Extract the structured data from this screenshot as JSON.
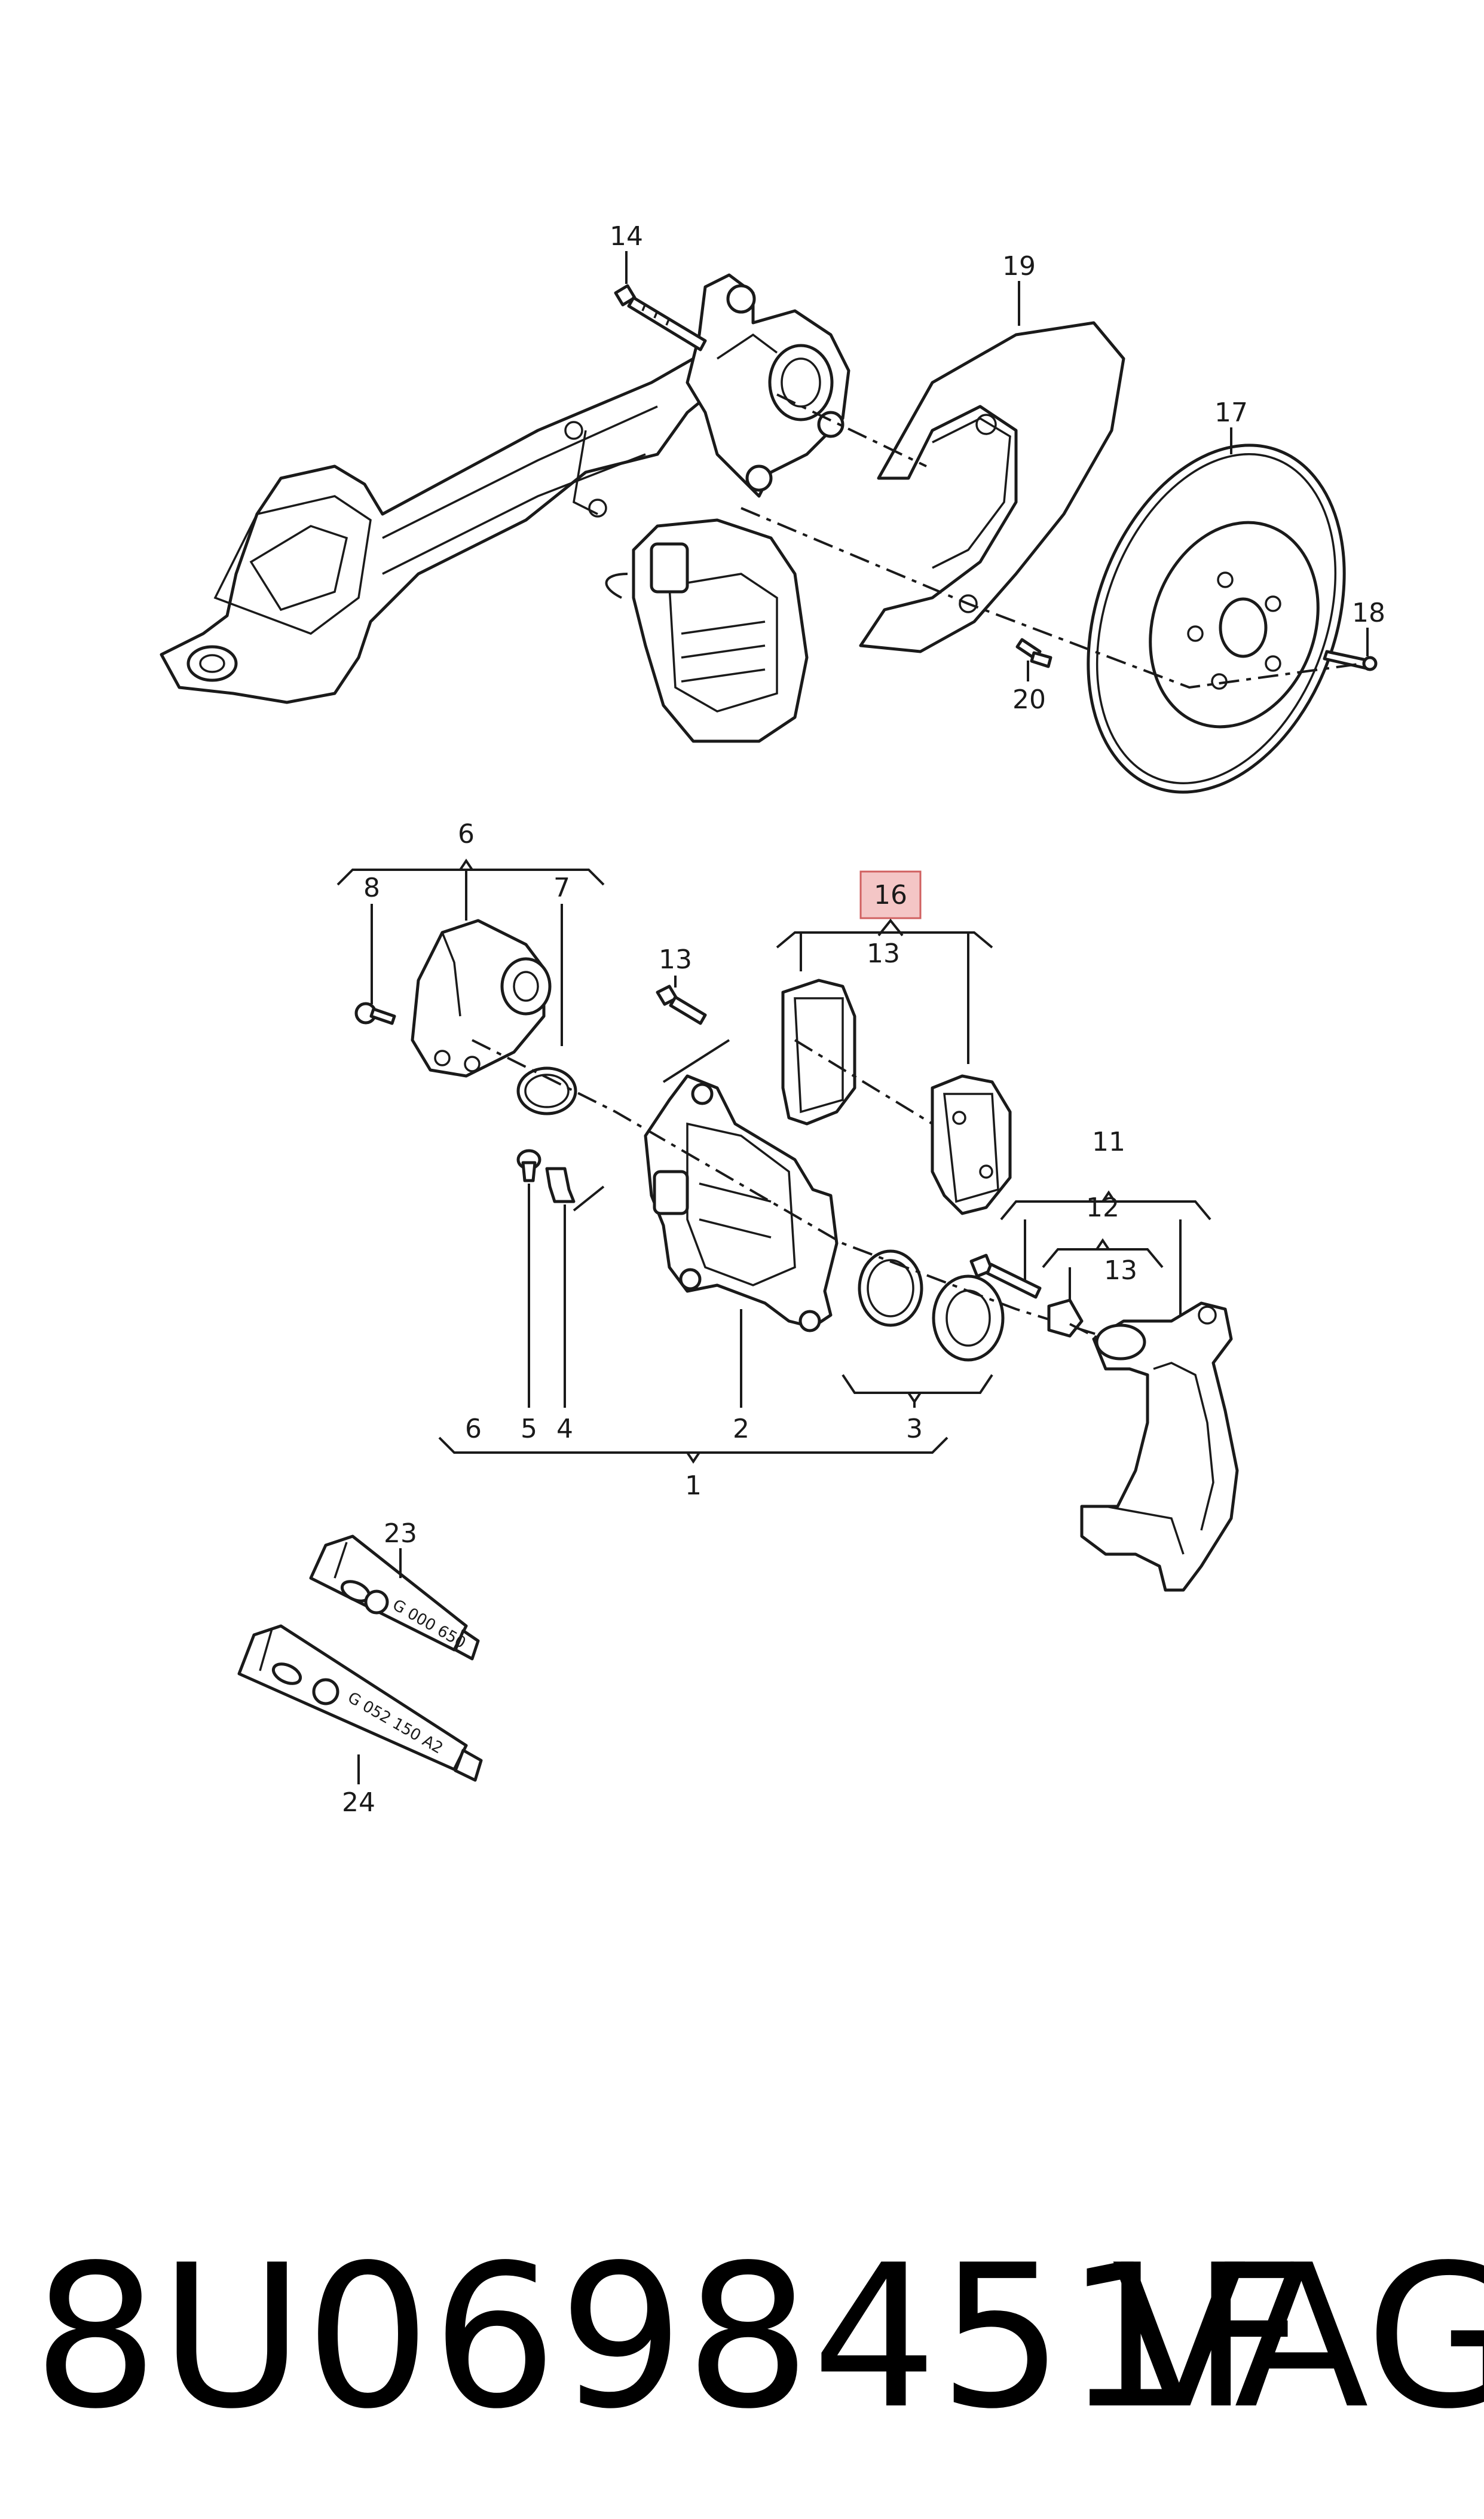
{
  "callouts": {
    "c1": "1",
    "c2": "2",
    "c3": "3",
    "c4": "4",
    "c5": "5",
    "c6_top": "6",
    "c6_bottom": "6",
    "c7": "7",
    "c8": "8",
    "c11": "11",
    "c12": "12",
    "c13_bolt": "13",
    "c13_pads": "13",
    "c13_carrier": "13",
    "c14": "14",
    "c16": "16",
    "c17": "17",
    "c18": "18",
    "c19": "19",
    "c20": "20",
    "c23": "23",
    "c24": "24"
  },
  "highlight_color": "#f4c6c6",
  "tubes": {
    "tube_23_label": "G 000 650",
    "tube_24_label": "G 052 150 A2"
  },
  "footer": {
    "part_number": "8U0698451F",
    "brand": "VAG"
  }
}
